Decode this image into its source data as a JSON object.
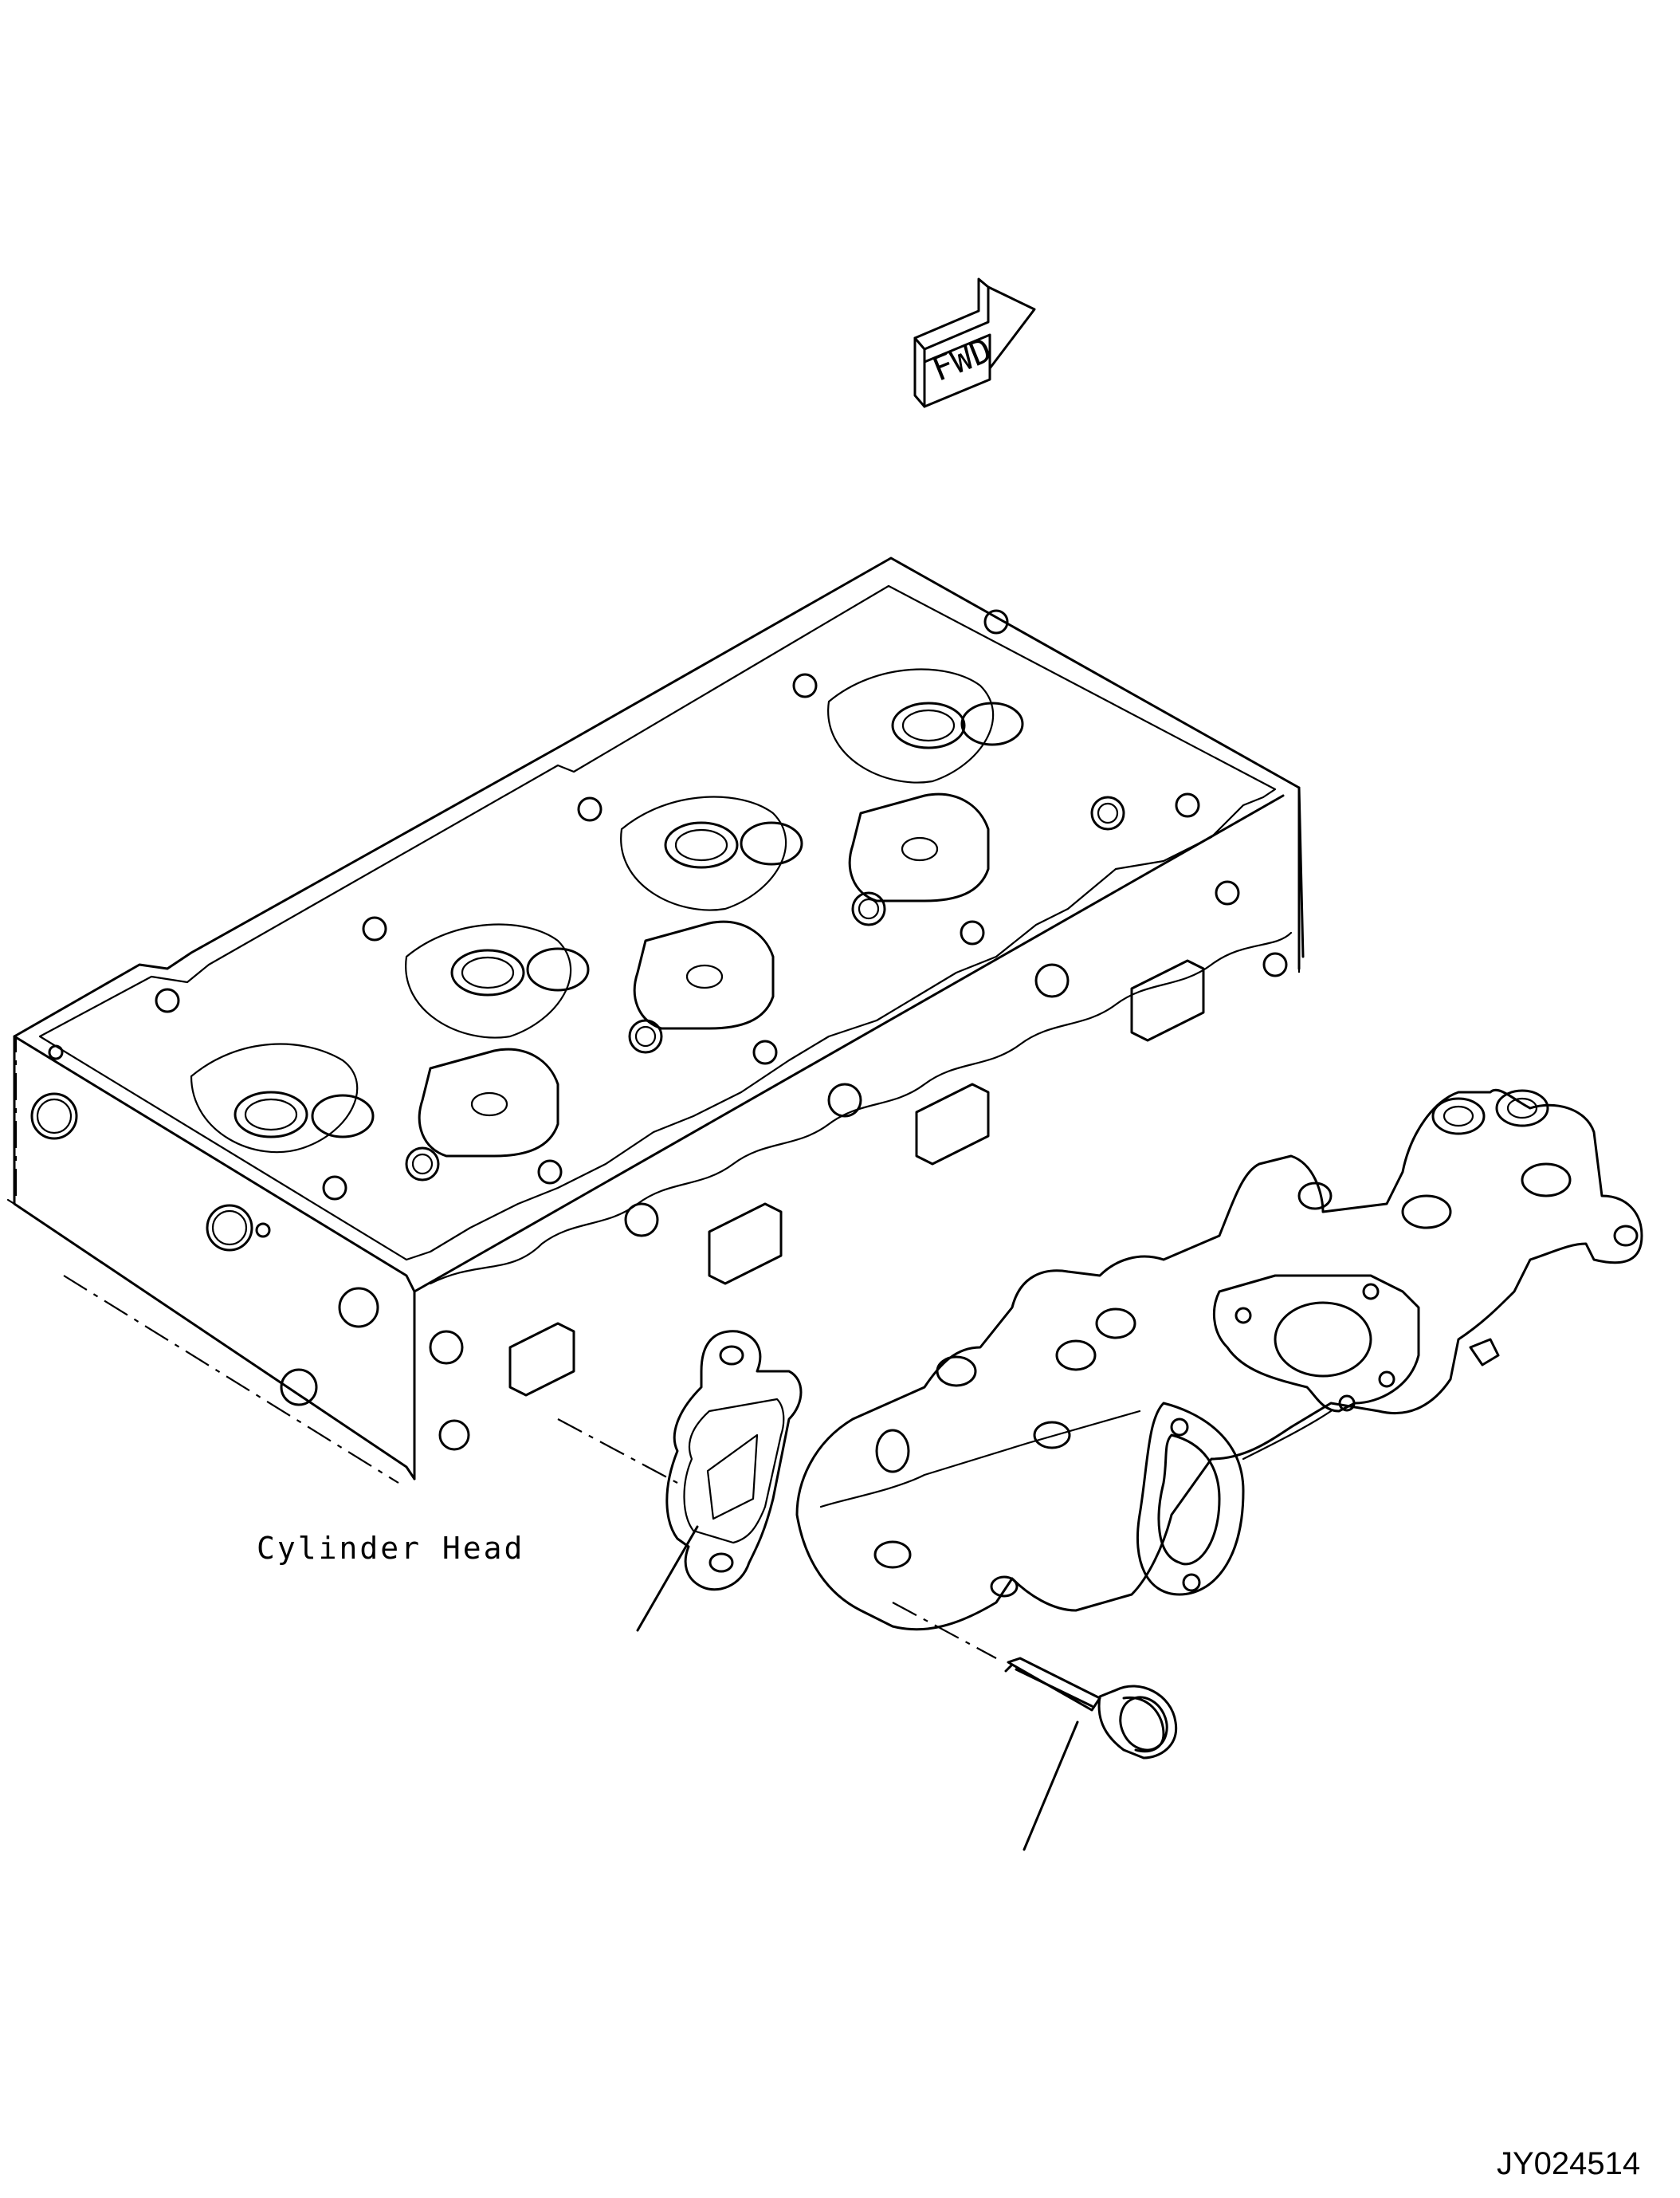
{
  "labels": {
    "cylinder_head": "Cylinder Head",
    "forward_arrow": "FWD",
    "drawing_id": "JY024514"
  },
  "colors": {
    "line": "#000000",
    "background": "#ffffff"
  },
  "icons": {
    "forward": "fwd-arrow-icon"
  }
}
